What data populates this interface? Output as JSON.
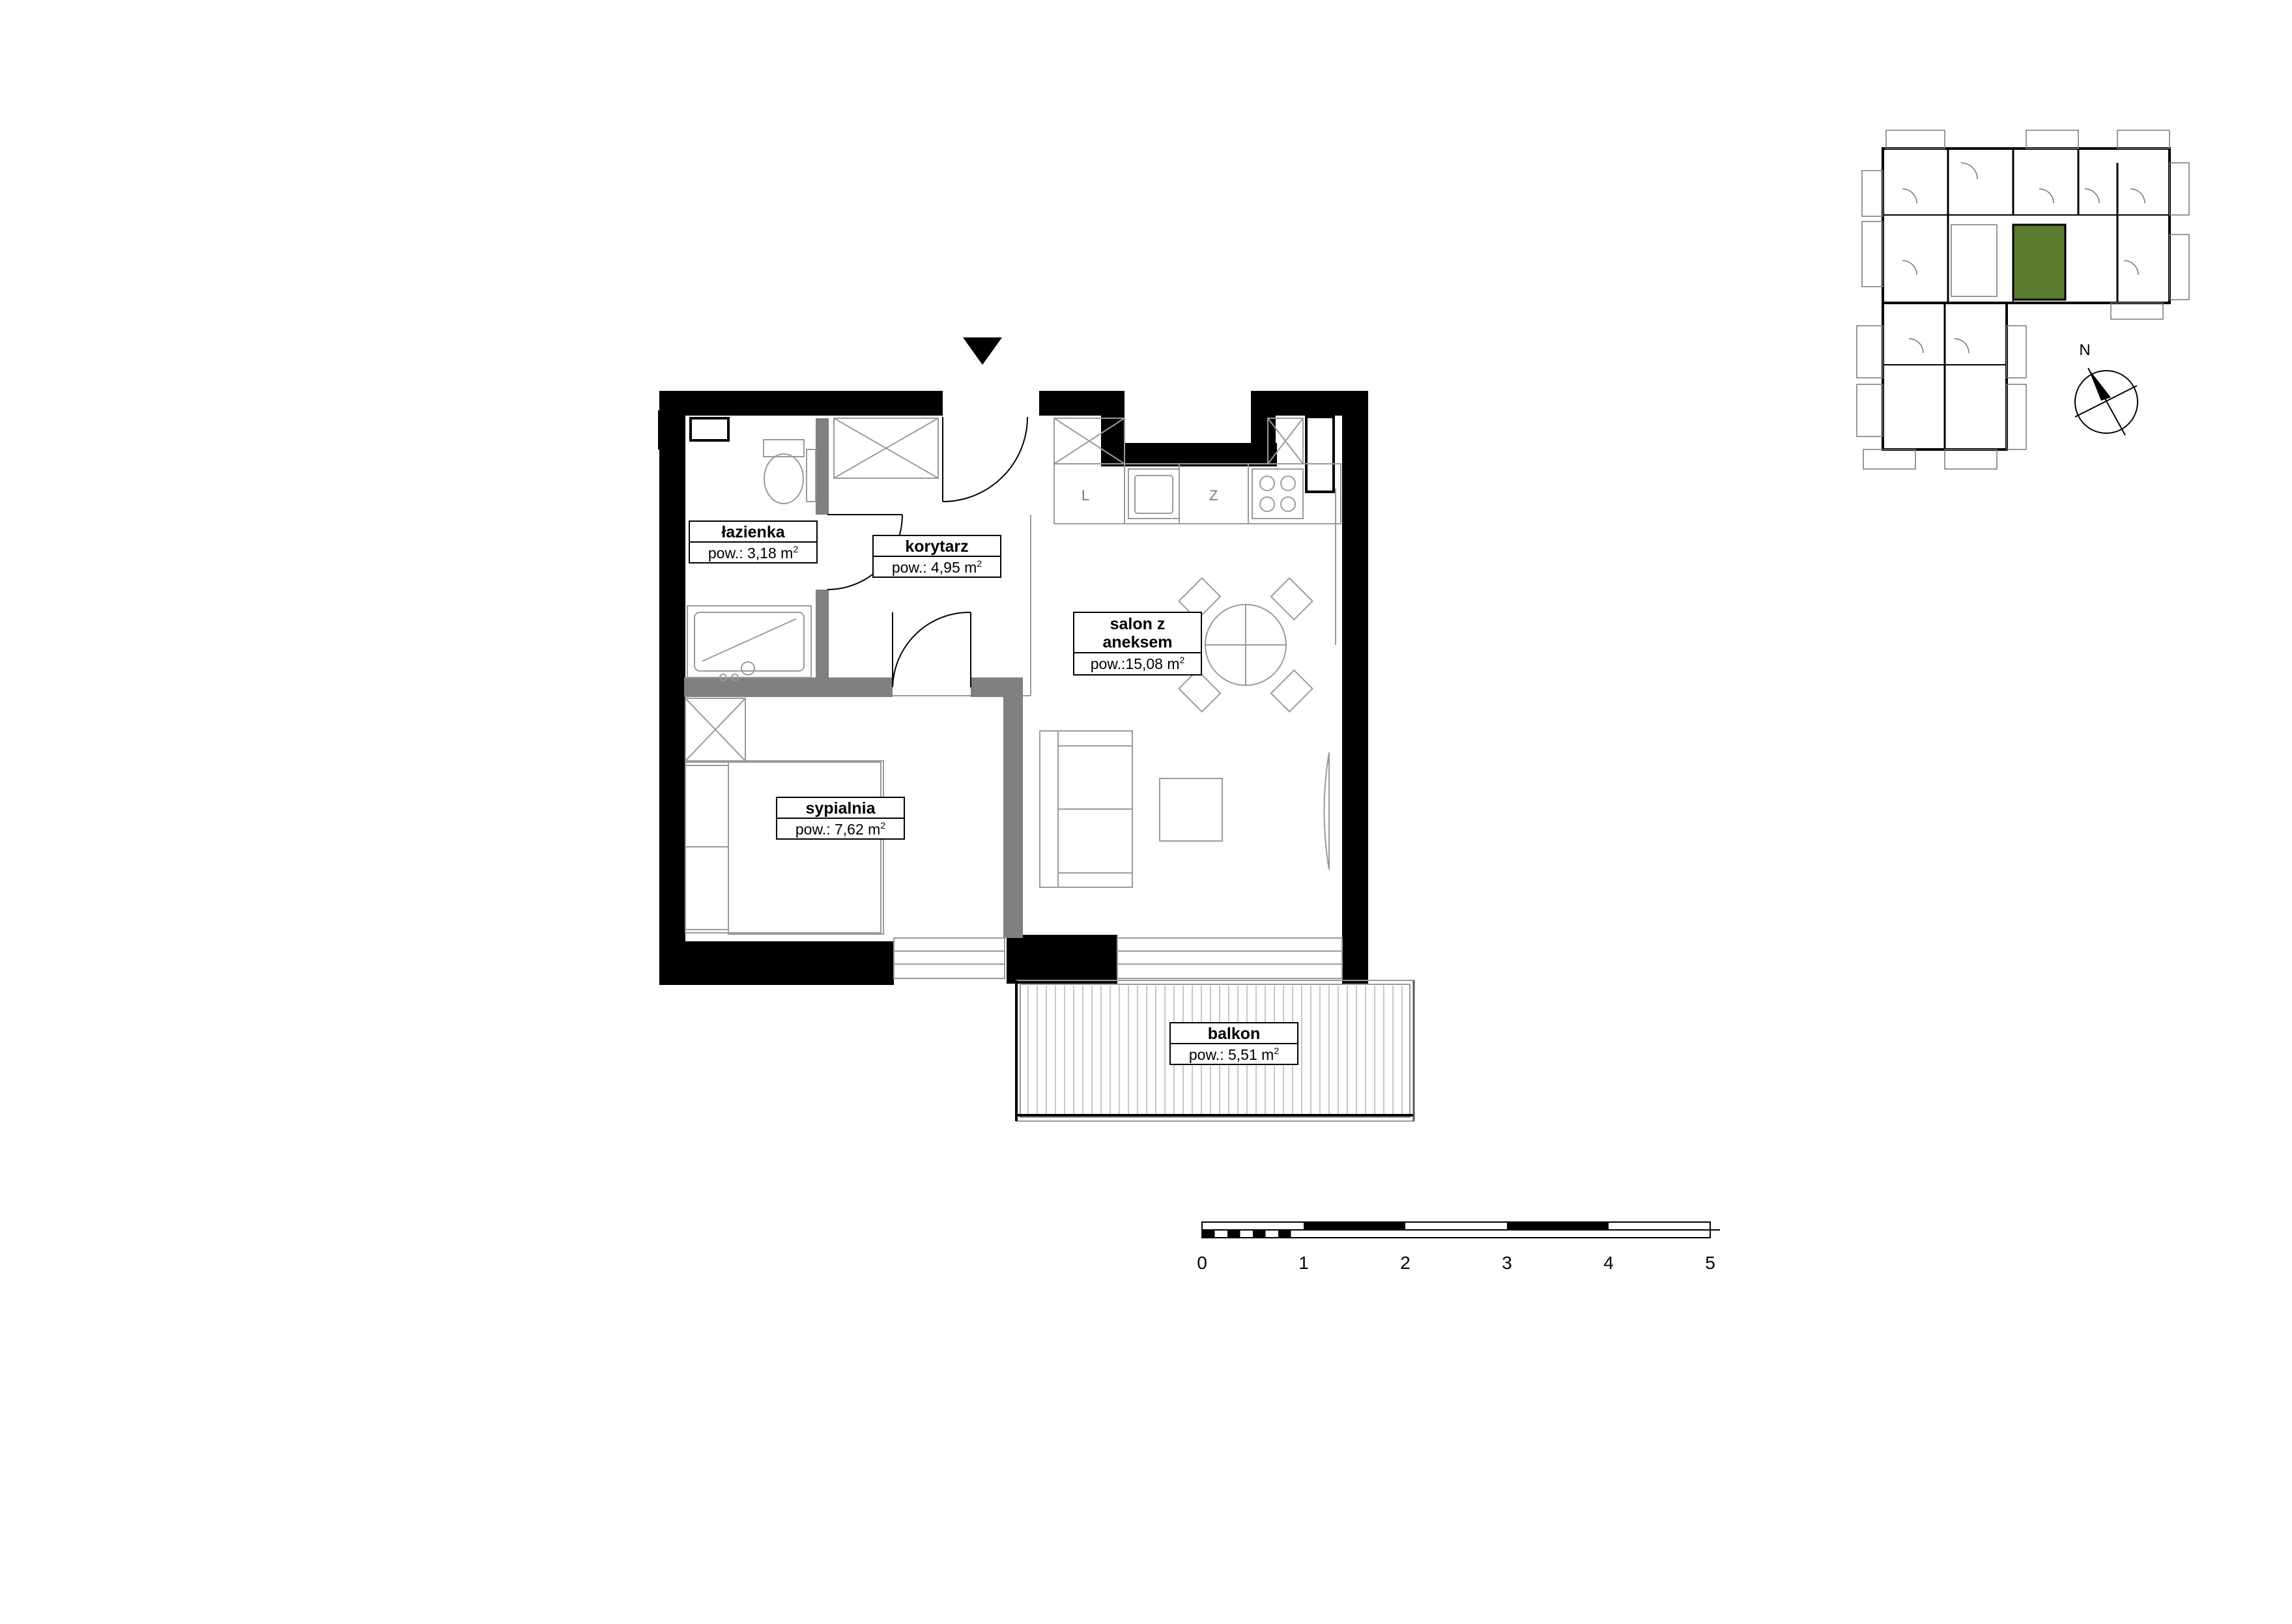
{
  "rooms": [
    {
      "id": "lazienka",
      "name": "łazienka",
      "name_line2": "",
      "area_prefix": "pow.: ",
      "area_value": "3,18 m",
      "area_sup": "2"
    },
    {
      "id": "korytarz",
      "name": "korytarz",
      "name_line2": "",
      "area_prefix": "pow.: ",
      "area_value": "4,95 m",
      "area_sup": "2"
    },
    {
      "id": "salon",
      "name": "salon z",
      "name_line2": "aneksem",
      "area_prefix": "pow.:",
      "area_value": "15,08 m",
      "area_sup": "2"
    },
    {
      "id": "sypialnia",
      "name": "sypialnia",
      "name_line2": "",
      "area_prefix": "pow.: ",
      "area_value": "7,62 m",
      "area_sup": "2"
    },
    {
      "id": "balkon",
      "name": "balkon",
      "name_line2": "",
      "area_prefix": "pow.: ",
      "area_value": "5,51 m",
      "area_sup": "2"
    }
  ],
  "kitchen": {
    "sink_letter": "L",
    "fridge_letter": "Z"
  },
  "scale_bar": {
    "labels": [
      "0",
      "1",
      "2",
      "3",
      "4",
      "5"
    ]
  },
  "north_arrow": {
    "label": "N"
  },
  "colors": {
    "wall": "#000000",
    "partition": "#808080",
    "highlight_unit": "#5a7a2e",
    "line": "#9a9a9a"
  }
}
